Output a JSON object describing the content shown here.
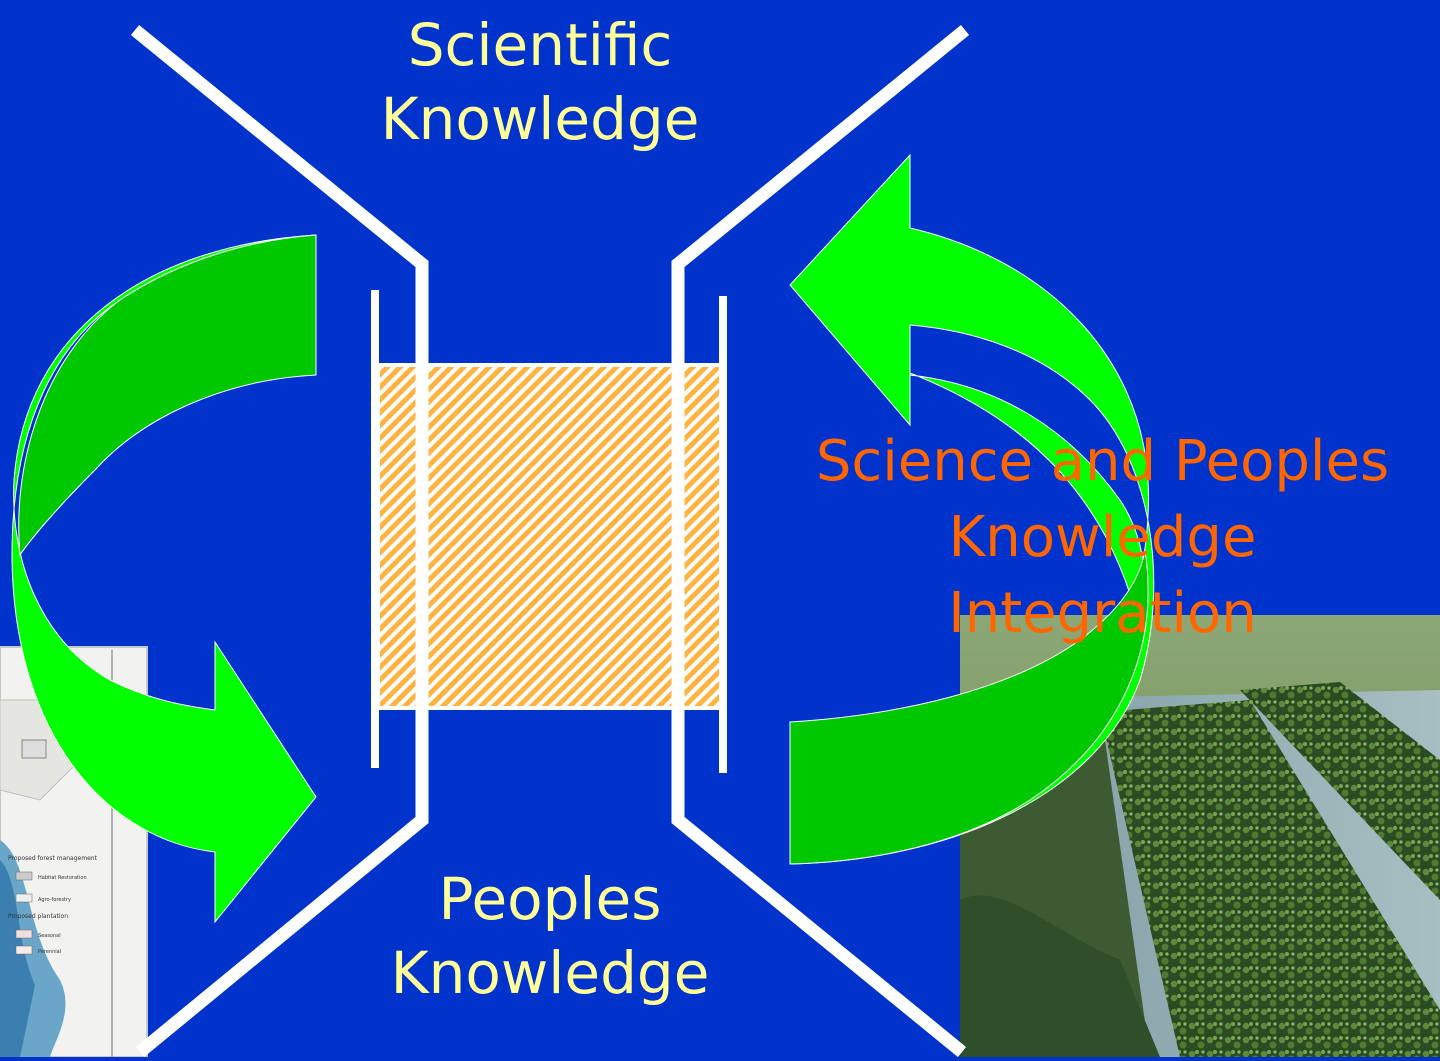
{
  "colors": {
    "background": "#0033cc",
    "label_text": "#ffff99",
    "integration_text": "#ff6600",
    "arrow_green_bright": "#00ff00",
    "arrow_green_dark": "#00c800",
    "integration_zone": "#ffb340",
    "funnel_walls": "#ffffff"
  },
  "labels": {
    "scientific": {
      "line1": "Scientific",
      "line2": "Knowledge"
    },
    "peoples": {
      "line1": "Peoples",
      "line2": "Knowledge"
    },
    "integration": {
      "line1": "Science and Peoples",
      "line2": "Knowledge",
      "line3": "Integration"
    }
  },
  "images": {
    "left": "map-thumbnail",
    "right": "floating-garden-photo"
  },
  "map_legend": {
    "heading1": "Proposed forest management",
    "item1": "Habitat Restoration",
    "item2": "Agro-forestry",
    "heading2": "Proposed plantation",
    "item3": "Seasonal",
    "item4": "Perennial"
  }
}
